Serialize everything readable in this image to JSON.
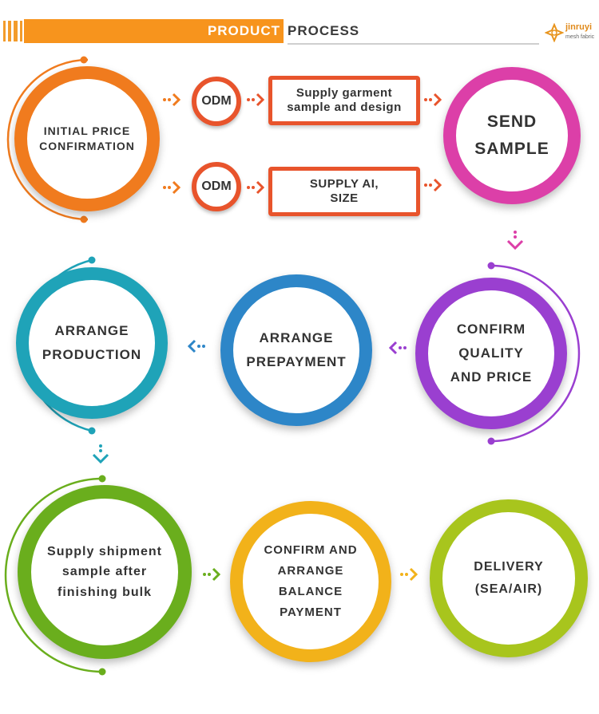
{
  "header": {
    "title_highlight": "PRODUCT",
    "title_rest": "PROCESS",
    "logo_name": "jinruyi",
    "logo_sub": "mesh fabric"
  },
  "steps": {
    "initial": [
      "INITIAL PRICE",
      "CONFIRMATION"
    ],
    "odm_top": "ODM",
    "odm_bottom": "ODM",
    "pill_top": [
      "Supply garment",
      "sample and design"
    ],
    "pill_bottom": [
      "SUPPLY AI,",
      "SIZE"
    ],
    "send": [
      "SEND",
      "SAMPLE"
    ],
    "confirm_quality": [
      "CONFIRM",
      "QUALITY",
      "AND PRICE"
    ],
    "prepayment": [
      "ARRANGE",
      "PREPAYMENT"
    ],
    "production": [
      "ARRANGE",
      "PRODUCTION"
    ],
    "shipment": [
      "Supply shipment",
      "sample after",
      "finishing bulk"
    ],
    "balance": [
      "CONFIRM AND",
      "ARRANGE",
      "BALANCE",
      "PAYMENT"
    ],
    "delivery": [
      "DELIVERY",
      "(SEA/AIR)"
    ]
  },
  "colors": {
    "orange": "#f07b1e",
    "red_orange": "#e8542c",
    "magenta": "#dc3fa8",
    "purple": "#9a3fd0",
    "blue": "#2d86c8",
    "teal": "#1fa3b8",
    "green": "#6aae1d",
    "yellow": "#f2b21a",
    "lime": "#a8c51d"
  }
}
